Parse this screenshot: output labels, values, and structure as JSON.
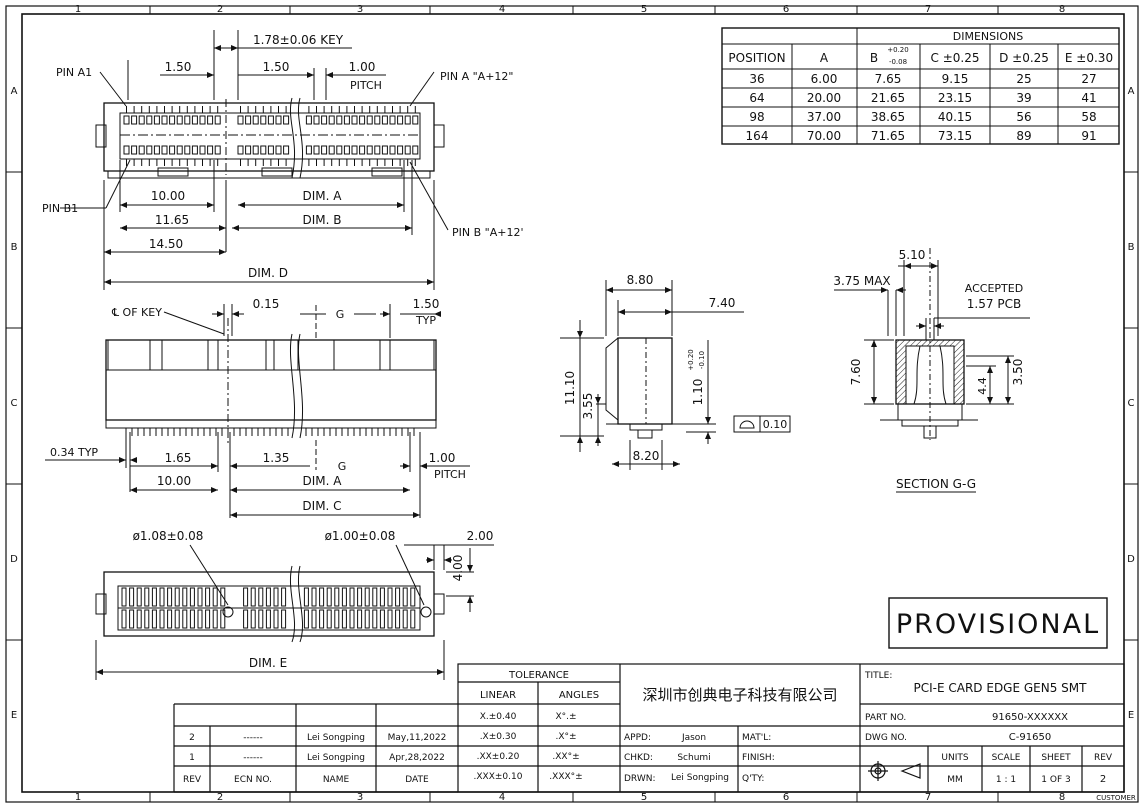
{
  "border": {
    "top_cols": [
      "1",
      "2",
      "3",
      "4",
      "5",
      "6",
      "7",
      "8"
    ],
    "bottom_cols": [
      "1",
      "2",
      "3",
      "4",
      "5",
      "6",
      "7",
      "8"
    ],
    "left_rows": [
      "A",
      "B",
      "C",
      "D",
      "E"
    ],
    "right_rows": [
      "A",
      "B",
      "C",
      "D",
      "E"
    ],
    "customer_tag": "CUSTOMER"
  },
  "dim_table": {
    "group_header": "DIMENSIONS",
    "headers": [
      "POSITION",
      "A",
      "B",
      "C ±0.25",
      "D ±0.25",
      "E ±0.30"
    ],
    "b_tol_plus": "+0.20",
    "b_tol_minus": "-0.08",
    "rows": [
      [
        "36",
        "6.00",
        "7.65",
        "9.15",
        "25",
        "27"
      ],
      [
        "64",
        "20.00",
        "21.65",
        "23.15",
        "39",
        "41"
      ],
      [
        "98",
        "37.00",
        "38.65",
        "40.15",
        "56",
        "58"
      ],
      [
        "164",
        "70.00",
        "71.65",
        "73.15",
        "89",
        "91"
      ]
    ]
  },
  "top_view": {
    "key": "1.78±0.06 KEY",
    "d150a": "1.50",
    "d150b": "1.50",
    "pitch_val": "1.00",
    "pitch": "PITCH",
    "pin_a1": "PIN A1",
    "pin_a_end": "PIN A \"A+12\"",
    "pin_b1": "PIN B1",
    "pin_b_end": "PIN B \"A+12'",
    "d10": "10.00",
    "d1165": "11.65",
    "d1450": "14.50",
    "dim_a": "DIM. A",
    "dim_b": "DIM. B",
    "dim_d": "DIM. D"
  },
  "front_view": {
    "cl_key": "℄ OF KEY",
    "d015": "0.15",
    "g": "G",
    "d150": "1.50",
    "typ": "TYP",
    "d034": "0.34 TYP",
    "d165": "1.65",
    "d135": "1.35",
    "g2": "G",
    "d100": "1.00",
    "pitch": "PITCH",
    "d10": "10.00",
    "dim_a": "DIM. A",
    "dim_c": "DIM. C"
  },
  "bottom_view": {
    "hole1": "ø1.08±0.08",
    "hole2": "ø1.00±0.08",
    "d200": "2.00",
    "d400": "4.00",
    "dim_e": "DIM. E"
  },
  "side_view": {
    "d880": "8.80",
    "d740": "7.40",
    "d1110": "11.10",
    "d355": "3.55",
    "d110": "1.10",
    "d110_tol_plus": "+0.20",
    "d110_tol_minus": "-0.10",
    "d820": "8.20",
    "flatness": "0.10"
  },
  "section": {
    "d510": "5.10",
    "d375": "3.75 MAX",
    "accepted": "ACCEPTED",
    "pcb": "1.57 PCB",
    "d760": "7.60",
    "d44": "4.4",
    "d350": "3.50",
    "label": "SECTION G-G"
  },
  "stamp": "PROVISIONAL",
  "title_block": {
    "tolerance": "TOLERANCE",
    "linear": "LINEAR",
    "angles": "ANGLES",
    "tol_rows": [
      [
        "X.±0.40",
        "X°.±"
      ],
      [
        ".X±0.30",
        ".X°±"
      ],
      [
        ".XX±0.20",
        ".XX°±"
      ],
      [
        ".XXX±0.10",
        ".XXX°±"
      ]
    ],
    "company": "深圳市创典电子科技有限公司",
    "title_label": "TITLE:",
    "title": "PCI-E CARD EDGE GEN5 SMT",
    "part_no_label": "PART NO.",
    "part_no": "91650-XXXXXX",
    "dwg_no_label": "DWG NO.",
    "dwg_no": "C-91650",
    "appd": "APPD:",
    "appd_name": "Jason",
    "chkd": "CHKD:",
    "chkd_name": "Schumi",
    "drwn": "DRWN:",
    "drwn_name": "Lei Songping",
    "matl": "MAT'L:",
    "finish": "FINISH:",
    "qty": "Q'TY:",
    "units_label": "UNITS",
    "units": "MM",
    "scale_label": "SCALE",
    "scale": "1 : 1",
    "sheet_label": "SHEET",
    "sheet": "1 OF 3",
    "rev_label": "REV",
    "rev": "2",
    "rev_rows": [
      [
        "2",
        "------",
        "Lei Songping",
        "May,11,2022"
      ],
      [
        "1",
        "------",
        "Lei Songping",
        "Apr,28,2022"
      ]
    ],
    "rev_head": [
      "REV",
      "ECN NO.",
      "NAME",
      "DATE"
    ]
  }
}
